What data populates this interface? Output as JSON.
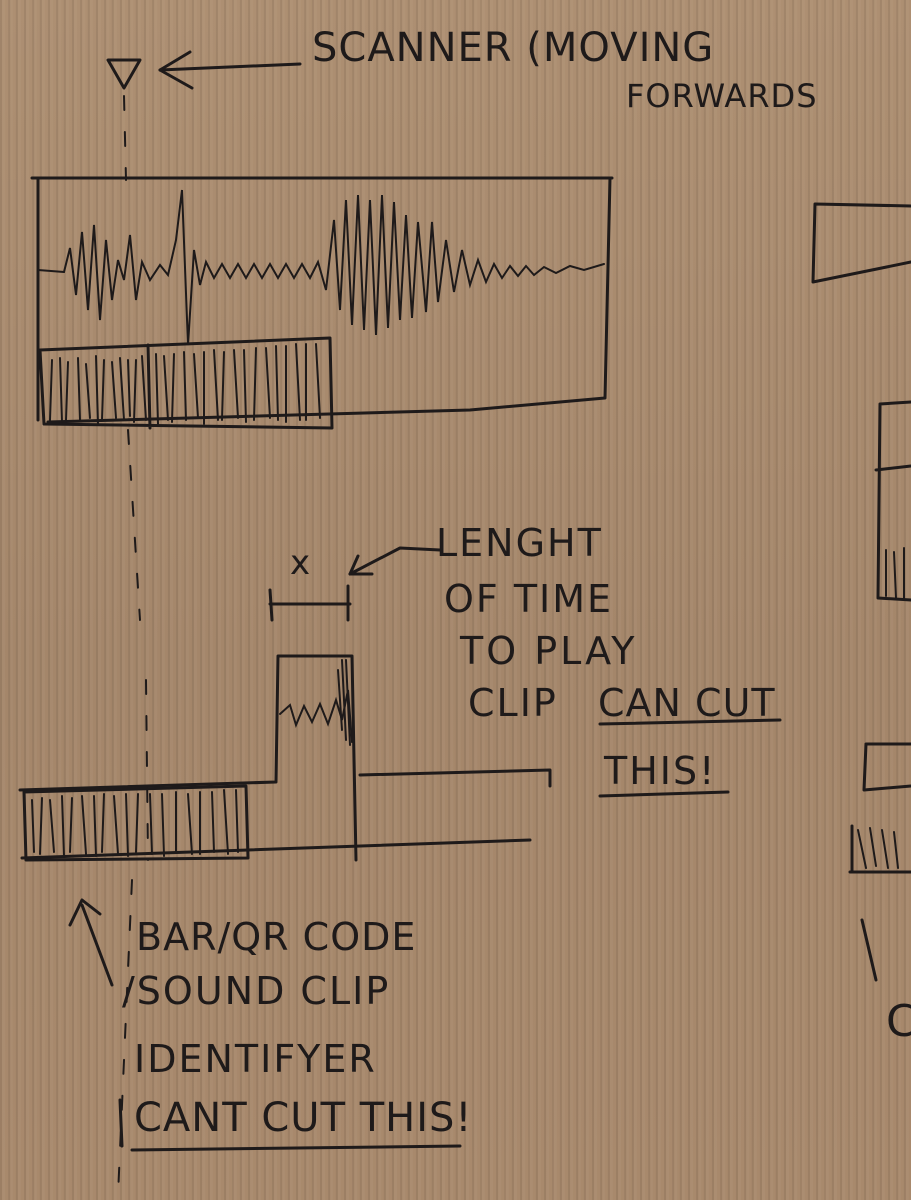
{
  "labels": {
    "scanner_line1": "SCANNER (MOVING",
    "scanner_line2": "FORWARDS",
    "x_symbol": "x",
    "length_line1": "LENGHT",
    "length_line2": "OF TIME",
    "length_line3": "TO PLAY",
    "length_line4a": "CLIP",
    "length_line4b": "CAN CUT",
    "length_line5": "THIS!",
    "code_line1": "BAR/QR CODE",
    "code_line2": "/SOUND CLIP",
    "code_line3": "IDENTIFYER",
    "code_line4": "CANT CUT THIS!",
    "edge_letter": "C"
  },
  "colors": {
    "cardboard": "#a6876a",
    "ink": "#1e1a1a"
  },
  "icons": {
    "scanner": "triangle-down-icon",
    "scanner_arrow": "arrow-left-icon",
    "length_arrow": "arrow-left-icon",
    "code_arrow": "arrow-up-icon"
  }
}
